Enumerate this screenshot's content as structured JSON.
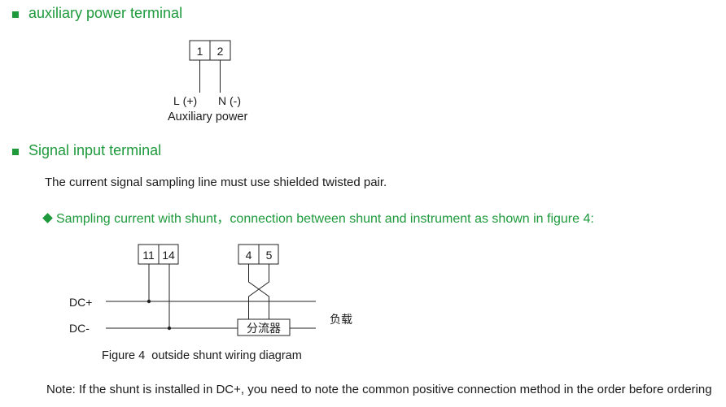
{
  "sections": {
    "aux_power": {
      "title": "auxiliary power terminal"
    },
    "signal_input": {
      "title": "Signal input terminal"
    }
  },
  "aux_terminal": {
    "pins": [
      "1",
      "2"
    ],
    "l_label": "L (+)",
    "n_label": "N (-)",
    "caption": "Auxiliary power"
  },
  "signal_note": "The current signal sampling line must use shielded twisted pair.",
  "shunt_heading": "Sampling current with shunt，connection between shunt and instrument as shown in figure 4:",
  "figure4": {
    "left_terminal": [
      "11",
      "14"
    ],
    "right_terminal": [
      "4",
      "5"
    ],
    "dc_plus": "DC+",
    "dc_minus": "DC-",
    "shunt_label": "分流器",
    "load_label": "负载",
    "caption": "Figure 4  outside shunt wiring diagram"
  },
  "footer_note": "Note: If the shunt is installed in DC+, you need to note the common positive connection method in the order before ordering",
  "colors": {
    "accent": "#1e9a3c",
    "text": "#1a1a1a",
    "line": "#222222"
  }
}
